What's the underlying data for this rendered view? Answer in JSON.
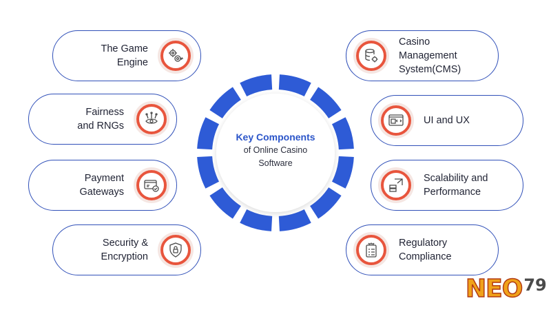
{
  "center": {
    "title": "Key Components",
    "subtitle_line1": "of Online Casino",
    "subtitle_line2": "Software"
  },
  "components": [
    {
      "id": "game-engine",
      "side": "left",
      "lines": [
        "The Game",
        "Engine"
      ],
      "icon": "gears-icon"
    },
    {
      "id": "fairness",
      "side": "left",
      "lines": [
        "Fairness",
        "and RNGs"
      ],
      "icon": "eye-network-icon"
    },
    {
      "id": "payment",
      "side": "left",
      "lines": [
        "Payment",
        "Gateways"
      ],
      "icon": "card-check-icon"
    },
    {
      "id": "security",
      "side": "left",
      "lines": [
        "Security &",
        "Encryption"
      ],
      "icon": "shield-lock-icon"
    },
    {
      "id": "cms",
      "side": "right",
      "lines": [
        "Casino",
        "Management",
        "System(CMS)"
      ],
      "icon": "database-gear-icon"
    },
    {
      "id": "uiux",
      "side": "right",
      "lines": [
        "UI and UX"
      ],
      "icon": "browser-window-icon"
    },
    {
      "id": "scalability",
      "side": "right",
      "lines": [
        "Scalability and",
        "Performance"
      ],
      "icon": "scale-arrow-icon"
    },
    {
      "id": "regulatory",
      "side": "right",
      "lines": [
        "Regulatory",
        "Compliance"
      ],
      "icon": "clipboard-stars-icon"
    }
  ],
  "logo": {
    "text": "NEO",
    "number": "79"
  },
  "colors": {
    "ring": "#2e5bd6",
    "accent": "#e8553d",
    "border": "#2f4fb8",
    "title": "#2b55c9"
  }
}
